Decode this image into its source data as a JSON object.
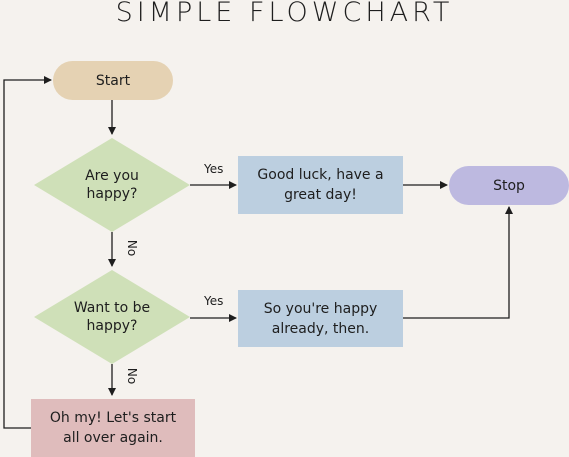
{
  "title": "SIMPLE FLOWCHART",
  "nodes": {
    "start": "Start",
    "happy_question": "Are you happy?",
    "good_luck": "Good luck, have a great day!",
    "stop": "Stop",
    "want_question": "Want to be happy?",
    "so_happy": "So you're happy already, then.",
    "oh_my": "Oh my! Let's start all over again."
  },
  "edge_labels": {
    "yes_1": "Yes",
    "no_1": "No",
    "yes_2": "Yes",
    "no_2": "No"
  },
  "colors": {
    "background": "#f5f2ee",
    "start": "#e5d2b3",
    "decision": "#cfe0b8",
    "process": "#bccfe0",
    "stop": "#bdb9e0",
    "restart": "#dfbcbc",
    "line": "#1e1e1e"
  }
}
